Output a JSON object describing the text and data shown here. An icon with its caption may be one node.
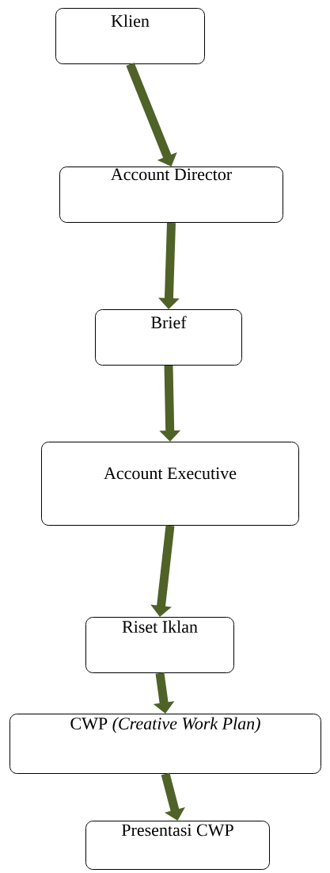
{
  "diagram": {
    "nodes": [
      {
        "text": [
          "Klien"
        ]
      },
      {
        "text": [
          "Account Director"
        ]
      },
      {
        "text": [
          "Brief"
        ]
      },
      {
        "text": [
          "Account Executive"
        ]
      },
      {
        "text": [
          "Riset Iklan"
        ]
      },
      {
        "text": [
          "CWP *(Creative Work Plan)*"
        ]
      },
      {
        "text": [
          "Presentasi CWP"
        ]
      }
    ],
    "edges": [
      {
        "from": 0,
        "to": 1,
        "arrow": "to"
      },
      {
        "from": 1,
        "to": 2,
        "arrow": "to"
      },
      {
        "from": 2,
        "to": 3,
        "arrow": "to"
      },
      {
        "from": 3,
        "to": 4,
        "arrow": "to"
      },
      {
        "from": 4,
        "to": 5,
        "arrow": "to"
      },
      {
        "from": 5,
        "to": 6,
        "arrow": "to"
      }
    ]
  }
}
